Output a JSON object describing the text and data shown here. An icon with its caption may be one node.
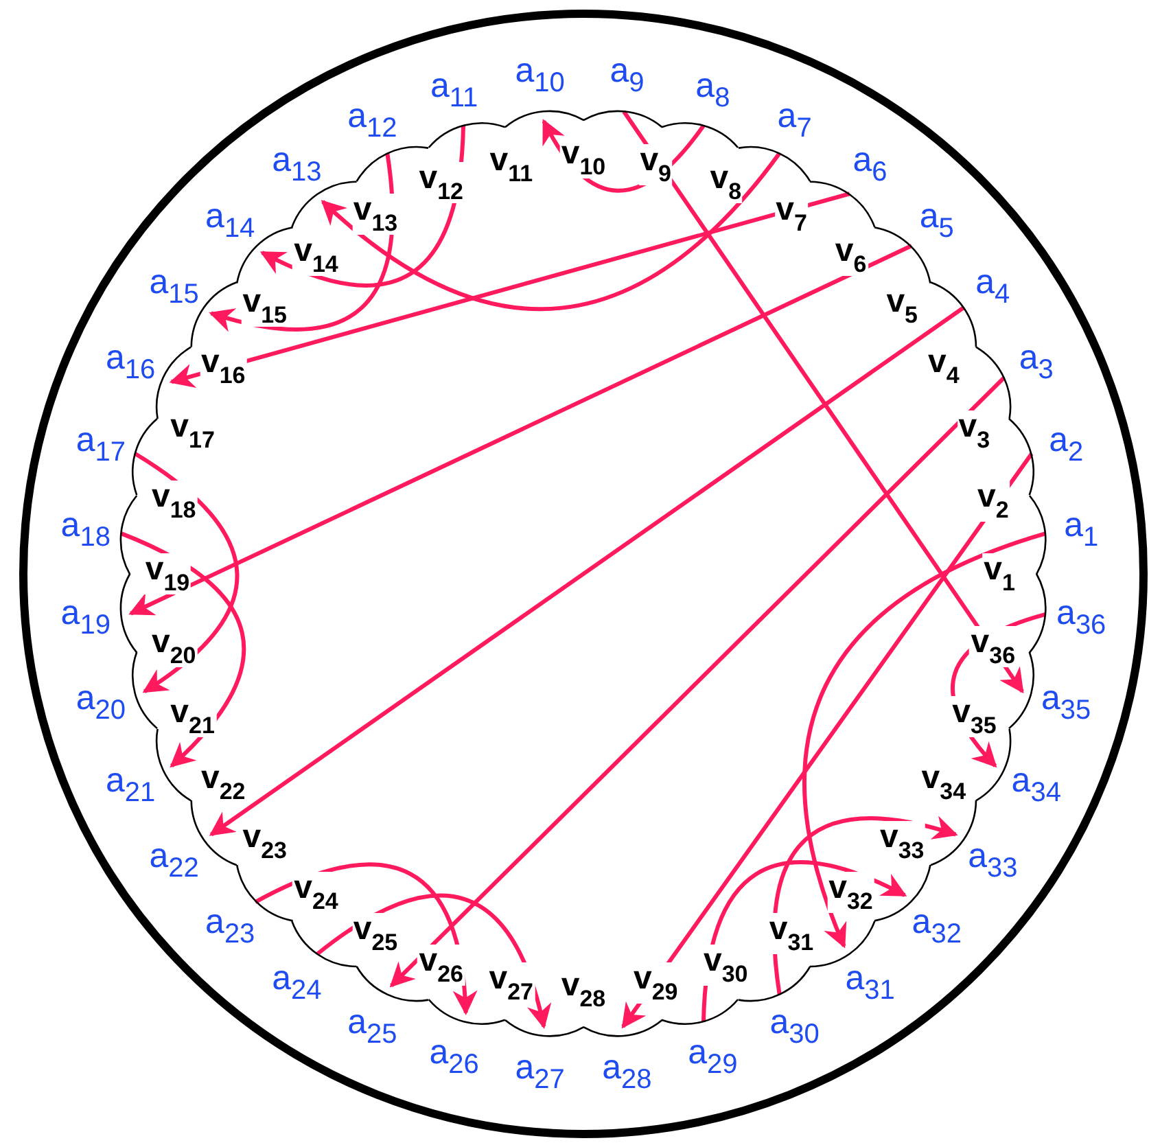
{
  "diagram": {
    "nodes": [
      {
        "text": [
          "a$_{1}$"
        ]
      },
      {
        "text": [
          "a$_{2}$"
        ]
      },
      {
        "text": [
          "a$_{3}$"
        ]
      },
      {
        "text": [
          "a$_{4}$"
        ]
      },
      {
        "text": [
          "a$_{5}$"
        ]
      },
      {
        "text": [
          "a$_{6}$"
        ]
      },
      {
        "text": [
          "a$_{7}$"
        ]
      },
      {
        "text": [
          "a$_{8}$"
        ]
      },
      {
        "text": [
          "a$_{9}$"
        ]
      },
      {
        "text": [
          "a$_{10}$"
        ]
      },
      {
        "text": [
          "a$_{11}$"
        ]
      },
      {
        "text": [
          "a$_{12}$"
        ]
      },
      {
        "text": [
          "a$_{13}$"
        ]
      },
      {
        "text": [
          "a$_{14}$"
        ]
      },
      {
        "text": [
          "a$_{15}$"
        ]
      },
      {
        "text": [
          "a$_{16}$"
        ]
      },
      {
        "text": [
          "a$_{17}$"
        ]
      },
      {
        "text": [
          "a$_{18}$"
        ]
      },
      {
        "text": [
          "a$_{19}$"
        ]
      },
      {
        "text": [
          "a$_{20}$"
        ]
      },
      {
        "text": [
          "a$_{21}$"
        ]
      },
      {
        "text": [
          "a$_{22}$"
        ]
      },
      {
        "text": [
          "a$_{23}$"
        ]
      },
      {
        "text": [
          "a$_{24}$"
        ]
      },
      {
        "text": [
          "a$_{25}$"
        ]
      },
      {
        "text": [
          "a$_{26}$"
        ]
      },
      {
        "text": [
          "a$_{27}$"
        ]
      },
      {
        "text": [
          "a$_{28}$"
        ]
      },
      {
        "text": [
          "a$_{29}$"
        ]
      },
      {
        "text": [
          "a$_{30}$"
        ]
      },
      {
        "text": [
          "a$_{31}$"
        ]
      },
      {
        "text": [
          "a$_{32}$"
        ]
      },
      {
        "text": [
          "a$_{33}$"
        ]
      },
      {
        "text": [
          "a$_{34}$"
        ]
      },
      {
        "text": [
          "a$_{35}$"
        ]
      },
      {
        "text": [
          "a$_{36}$"
        ]
      }
    ],
    "edges": [
      {
        "from": 7,
        "to": 9,
        "arrow": "to"
      },
      {
        "from": 8,
        "to": 34,
        "arrow": "to"
      },
      {
        "from": 6,
        "to": 12,
        "arrow": "to"
      },
      {
        "from": 5,
        "to": 15,
        "arrow": "to"
      },
      {
        "from": 4,
        "to": 18,
        "arrow": "to"
      },
      {
        "from": 3,
        "to": 21,
        "arrow": "to"
      },
      {
        "from": 2,
        "to": 24,
        "arrow": "to"
      },
      {
        "from": 1,
        "to": 27,
        "arrow": "to"
      },
      {
        "from": 0,
        "to": 30,
        "arrow": "to"
      },
      {
        "from": 35,
        "to": 33,
        "arrow": "to"
      },
      {
        "from": 10,
        "to": 13,
        "arrow": "to"
      },
      {
        "from": 11,
        "to": 14,
        "arrow": "to"
      },
      {
        "from": 16,
        "to": 19,
        "arrow": "to"
      },
      {
        "from": 17,
        "to": 20,
        "arrow": "to"
      },
      {
        "from": 22,
        "to": 25,
        "arrow": "to"
      },
      {
        "from": 23,
        "to": 26,
        "arrow": "to"
      },
      {
        "from": 28,
        "to": 31,
        "arrow": "to"
      },
      {
        "from": 29,
        "to": 32,
        "arrow": "to"
      }
    ],
    "labels": [
      "v$_{1}$",
      "v$_{2}$",
      "v$_{3}$",
      "v$_{4}$",
      "v$_{5}$",
      "v$_{6}$",
      "v$_{7}$",
      "v$_{8}$",
      "v$_{9}$",
      "v$_{10}$",
      "v$_{11}$",
      "v$_{12}$",
      "v$_{13}$",
      "v$_{14}$",
      "v$_{15}$",
      "v$_{16}$",
      "v$_{17}$",
      "v$_{18}$",
      "v$_{19}$",
      "v$_{20}$",
      "v$_{21}$",
      "v$_{22}$",
      "v$_{23}$",
      "v$_{24}$",
      "v$_{25}$",
      "v$_{26}$",
      "v$_{27}$",
      "v$_{28}$",
      "v$_{29}$",
      "v$_{30}$",
      "v$_{31}$",
      "v$_{32}$",
      "v$_{33}$",
      "v$_{34}$",
      "v$_{35}$",
      "v$_{36}$"
    ]
  }
}
